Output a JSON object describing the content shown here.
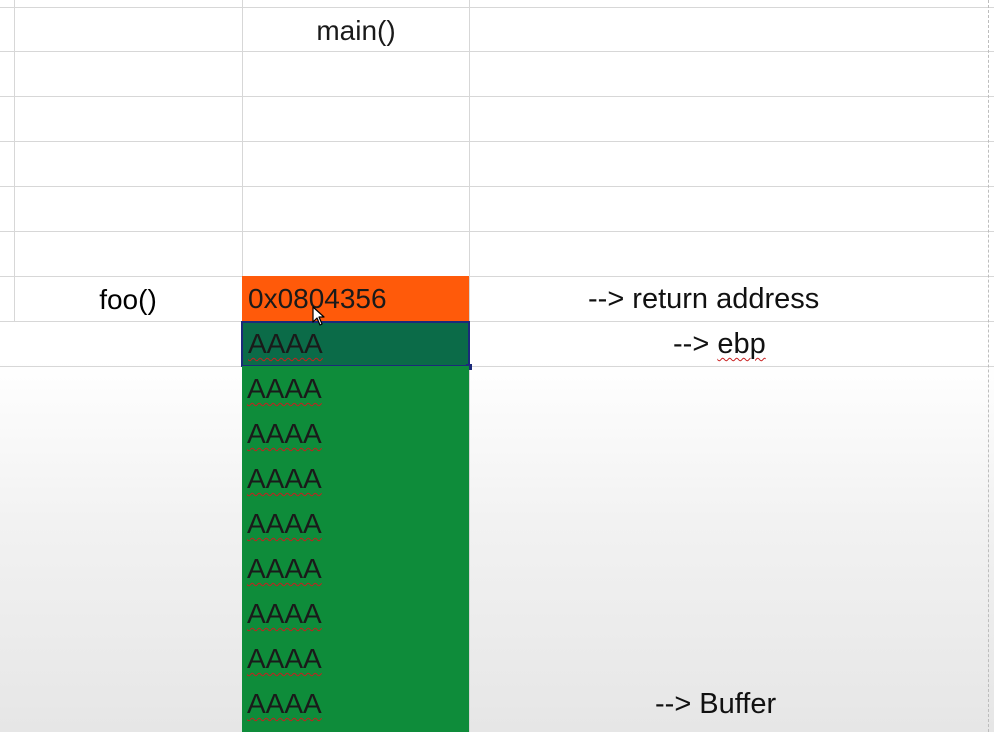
{
  "column_header": "main()",
  "row_label": "foo()",
  "stack": {
    "return_address": "0x0804356",
    "ebp_value": "AAAA",
    "buffer_cells": [
      "AAAA",
      "AAAA",
      "AAAA",
      "AAAA",
      "AAAA",
      "AAAA",
      "AAAA",
      "AAAA"
    ]
  },
  "annotations": {
    "return_address": "--> return address",
    "ebp": "--> ebp",
    "buffer": "--> Buffer"
  },
  "colors": {
    "return_address_fill": "#ff5a0a",
    "ebp_fill": "#0b6b48",
    "buffer_fill": "#0e8c3a",
    "selection_border": "#1b2a7a"
  },
  "icons": [
    "mouse-pointer-icon"
  ]
}
